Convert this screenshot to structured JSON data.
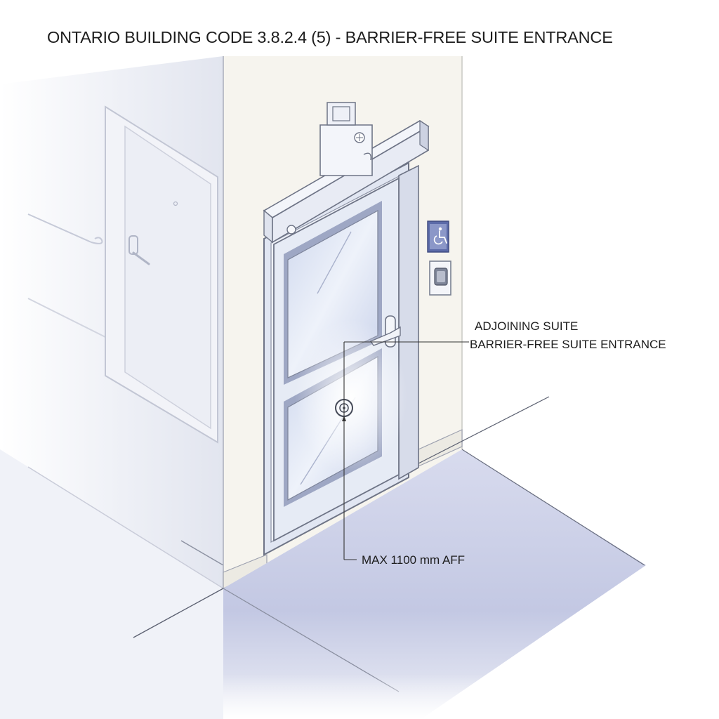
{
  "diagram": {
    "title": "ONTARIO BUILDING CODE 3.8.2.4 (5) - BARRIER-FREE SUITE ENTRANCE",
    "callouts": {
      "adjoining": "ADJOINING SUITE",
      "entrance": "BARRIER-FREE SUITE ENTRANCE",
      "height": "MAX 1100 mm AFF"
    },
    "icons": {
      "accessibility_sign": "wheelchair-icon",
      "push_plate": "push-button-icon",
      "door_operator": "door-operator-icon",
      "peephole": "peephole-icon"
    },
    "colors": {
      "ink": "#1d1d1d",
      "line": "#6e7486",
      "wall": "#f6f4ee",
      "glass": "#dfe6f4",
      "floor": "#c9cde6",
      "sign": "#5b6aa8"
    }
  }
}
